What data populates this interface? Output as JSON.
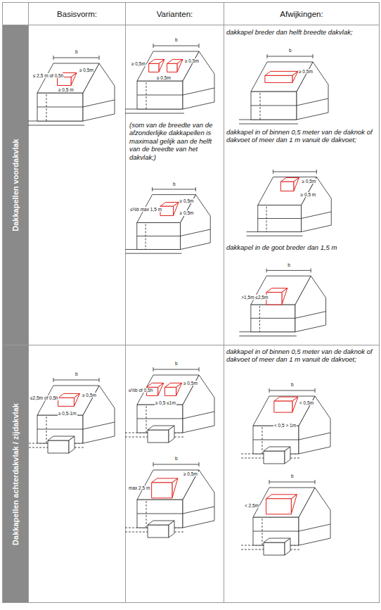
{
  "diagram": {
    "nodes": [
      {
        "text": [
          "Basisvorm:"
        ]
      },
      {
        "text": [
          "Varianten:"
        ]
      },
      {
        "text": [
          "Afwijkingen:"
        ]
      },
      {
        "text": [
          "Dakkapellen voordakvlak"
        ]
      },
      {
        "text": [
          "Dakkapellen achterdakvlak / zijdakvlak"
        ]
      }
    ],
    "labels": [
      "b",
      "≤ 2,5 m of 0,5h",
      "≥ 0,5m",
      "≥ 0,5 m",
      "b",
      "≥ 0,5m",
      "≥ 0,5m",
      "≥ 0,5m",
      "(som van de breedte van de afzonderlijke dakkapellen is maximaal gelijk aan de helft van de breedte van het dakvlak;)",
      "b",
      "≤½b max 1,5 m",
      "≥ 0,5m",
      "≥ 0,5m",
      "dakkapel breder dan helft breedte dakvlak;",
      "b",
      "≥ 0,5m",
      "dakkapel in of binnen 0,5 meter van de daknok of dakvoet of meer dan 1 m vanuit de dakvoet;",
      "≥ 0,5m",
      "≥ 0,5 m",
      "dakkapel in de goot breder dan 1,5 m",
      "b",
      ">1,5m ≤2,5m",
      "b",
      "≤2,5m of 0,5h",
      "≥ 0,5m",
      "≥ 0,5-1m",
      "b",
      "≤½b of 0,5h",
      "≥ 0,5m",
      "≥ 0,5 ≤1m",
      "b",
      "max 2,5 m",
      "≥ 0,5m",
      "dakkapel in of binnen 0,5 meter van de daknok of dakvoet of meer dan 1 m vanuit de dakvoet;",
      "b",
      "< 0,5m",
      "< 0,5 > 1m",
      "b",
      "< 2,5m"
    ]
  }
}
